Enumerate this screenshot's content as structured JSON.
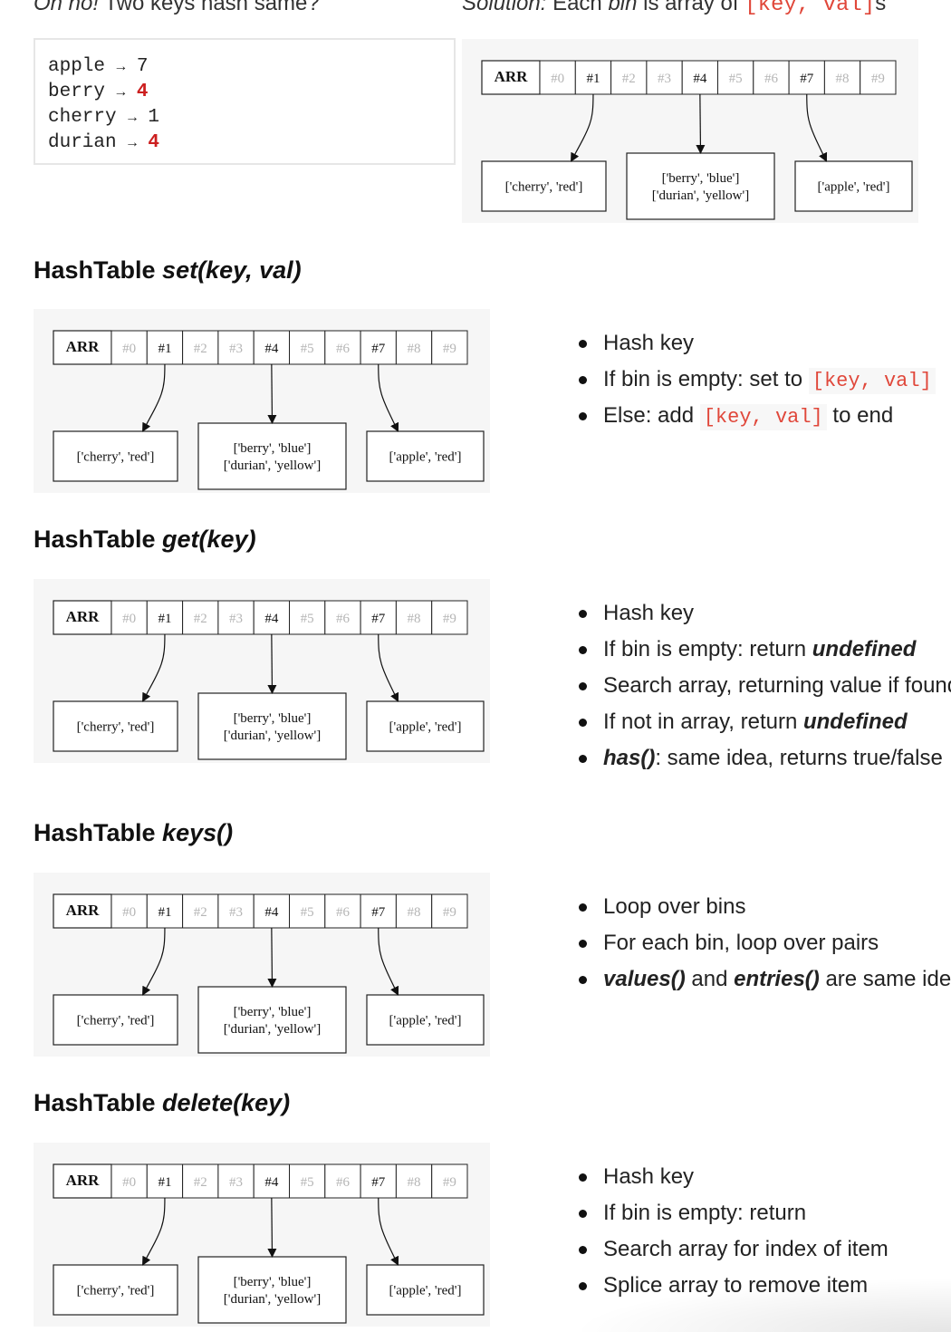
{
  "top_left": {
    "heading_prefix": "Oh no!",
    "heading_rest": " Two keys hash same?",
    "code_lines": [
      {
        "key": "cherry",
        "hash": "1",
        "hot": false
      },
      {
        "key": "berry",
        "hash": "4",
        "hot": true
      },
      {
        "key": "durian",
        "hash": "4",
        "hot": true
      },
      {
        "key": "apple",
        "hash": "7",
        "hot": false
      }
    ],
    "code_arrow": "→"
  },
  "top_right": {
    "heading_solution": "Solution:",
    "heading_mid": " Each ",
    "heading_bin": "bin",
    "heading_after": " is array of ",
    "heading_code": "[key, val]",
    "heading_tail": "s"
  },
  "diagram": {
    "array_label": "ARR",
    "slots": [
      {
        "label": "#0",
        "active": false
      },
      {
        "label": "#1",
        "active": true
      },
      {
        "label": "#2",
        "active": false
      },
      {
        "label": "#3",
        "active": false
      },
      {
        "label": "#4",
        "active": true
      },
      {
        "label": "#5",
        "active": false
      },
      {
        "label": "#6",
        "active": false
      },
      {
        "label": "#7",
        "active": true
      },
      {
        "label": "#8",
        "active": false
      },
      {
        "label": "#9",
        "active": false
      }
    ],
    "bins": [
      {
        "slot": 1,
        "lines": [
          "['cherry', 'red']"
        ]
      },
      {
        "slot": 4,
        "lines": [
          "['berry', 'blue']",
          "['durian', 'yellow']"
        ]
      },
      {
        "slot": 7,
        "lines": [
          "['apple', 'red']"
        ]
      }
    ],
    "colors": {
      "active_text": "#111111",
      "inactive_text": "#b5b5b5",
      "border": "#222222",
      "bg": "#f6f6f6"
    }
  },
  "sections": [
    {
      "id": "set",
      "title_plain": "HashTable ",
      "title_italic": "set(key, val)",
      "bullets": [
        [
          {
            "t": "Hash key"
          }
        ],
        [
          {
            "t": "If bin is empty: set to "
          },
          {
            "t": "[key, val]",
            "s": "code"
          }
        ],
        [
          {
            "t": "Else: add "
          },
          {
            "t": "[key, val]",
            "s": "code"
          },
          {
            "t": " to end"
          }
        ]
      ]
    },
    {
      "id": "get",
      "title_plain": "HashTable ",
      "title_italic": "get(key)",
      "bullets": [
        [
          {
            "t": "Hash key"
          }
        ],
        [
          {
            "t": "If bin is empty: return "
          },
          {
            "t": "undefined",
            "s": "bi"
          }
        ],
        [
          {
            "t": "Search array, returning value if found"
          }
        ],
        [
          {
            "t": "If not in array, return "
          },
          {
            "t": "undefined",
            "s": "bi"
          }
        ],
        [
          {
            "t": "has()",
            "s": "bi"
          },
          {
            "t": ": same idea, returns true/false"
          }
        ]
      ]
    },
    {
      "id": "keys",
      "title_plain": "HashTable ",
      "title_italic": "keys()",
      "bullets": [
        [
          {
            "t": "Loop over bins"
          }
        ],
        [
          {
            "t": "For each bin, loop over pairs"
          }
        ],
        [
          {
            "t": "values()",
            "s": "bi"
          },
          {
            "t": " and "
          },
          {
            "t": "entries()",
            "s": "bi"
          },
          {
            "t": " are same idea"
          }
        ]
      ]
    },
    {
      "id": "delete",
      "title_plain": "HashTable ",
      "title_italic": "delete(key)",
      "bullets": [
        [
          {
            "t": "Hash key"
          }
        ],
        [
          {
            "t": "If bin is empty: return"
          }
        ],
        [
          {
            "t": "Search array for index of item"
          }
        ],
        [
          {
            "t": "Splice array to remove item"
          }
        ]
      ]
    }
  ]
}
